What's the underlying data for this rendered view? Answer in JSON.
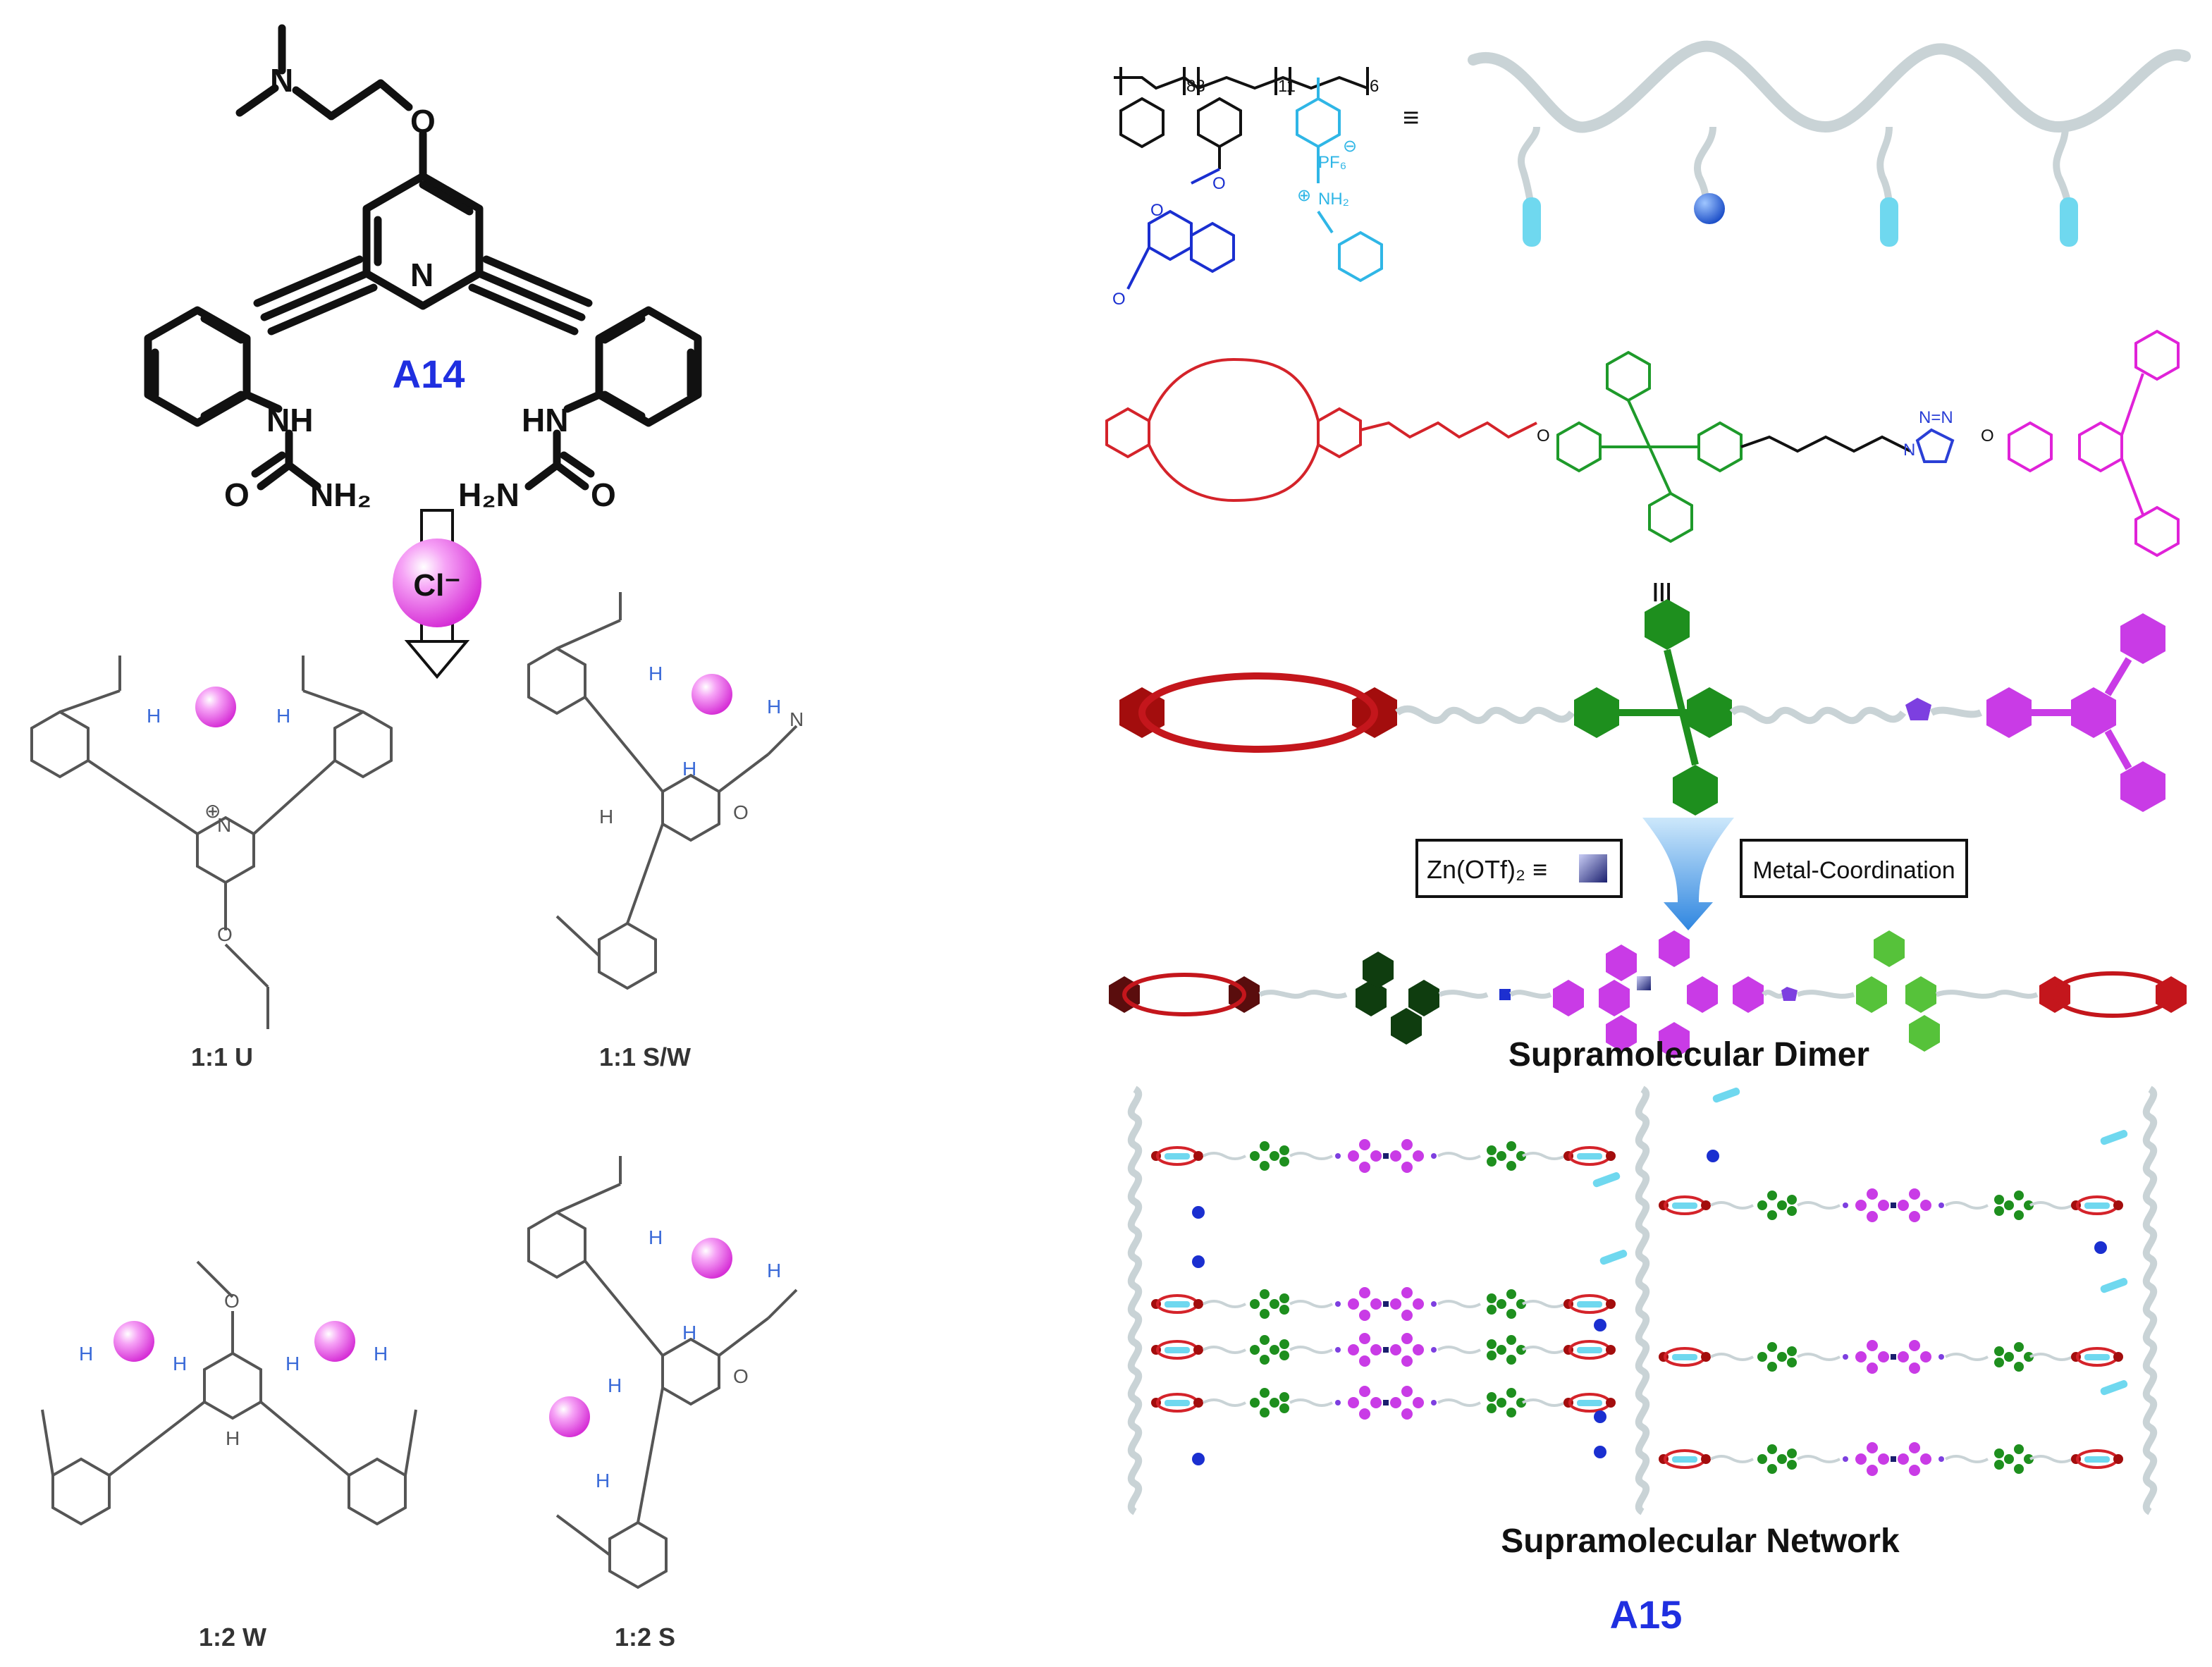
{
  "colors": {
    "black": "#111111",
    "grey": "#555555",
    "title_blue": "#1f2fe0",
    "hbond_blue": "#3a6ad8",
    "chloride_pink": "#e85be8",
    "coumarin_blue": "#1a2fd0",
    "ammonium_cyan": "#2fb6e6",
    "crown_red": "#d4232a",
    "tpe_green": "#1e9a2a",
    "linker_blue": "#2a3fd6",
    "terpy_magenta": "#e022d8",
    "pendant_cyan": "#6fd8ef",
    "polymer_grey": "#c9d3d6",
    "hex_red": "#a30d0d",
    "hex_green": "#1e8f1e",
    "hex_dark_green": "#0f3d0f",
    "hex_light_green": "#56c23a",
    "hex_magenta": "#c93be6",
    "hex_violet": "#7d3fe0",
    "arrow_blue": "#3b9be6"
  },
  "left": {
    "compound_label": "A14",
    "chloride_label": "Cl⁻",
    "structure_text": {
      "n_pyridine": "N",
      "o_ether": "O",
      "n_amine": "N",
      "nh_left": "NH",
      "hn_right": "HN",
      "o_left": "O",
      "nh2_left": "NH₂",
      "h2n_right": "H₂N",
      "o_right": "O"
    },
    "complexes": [
      {
        "label": "1:1 U"
      },
      {
        "label": "1:1 S/W"
      },
      {
        "label": "1:2 W"
      },
      {
        "label": "1:2 S"
      }
    ],
    "small_atoms": {
      "h": "H",
      "n": "N",
      "o": "O",
      "plus": "⊕"
    }
  },
  "right": {
    "compound_label": "A15",
    "polymer": {
      "sub_83": "83",
      "sub_11": "11",
      "sub_6": "6",
      "pf6": "PF₆",
      "minus": "⊖",
      "plus": "⊕",
      "nh2": "NH₂",
      "o1": "O",
      "o2": "O",
      "o3": "O",
      "equiv": "≡"
    },
    "monomer": {
      "o": "O",
      "n": "N",
      "triazole": "N=N"
    },
    "equiv_mark": "≡",
    "zn_label": "Zn(OTf)₂ ≡",
    "metal_label": "Metal-Coordination",
    "dimer_label": "Supramolecular Dimer",
    "network_label": "Supramolecular Network"
  }
}
